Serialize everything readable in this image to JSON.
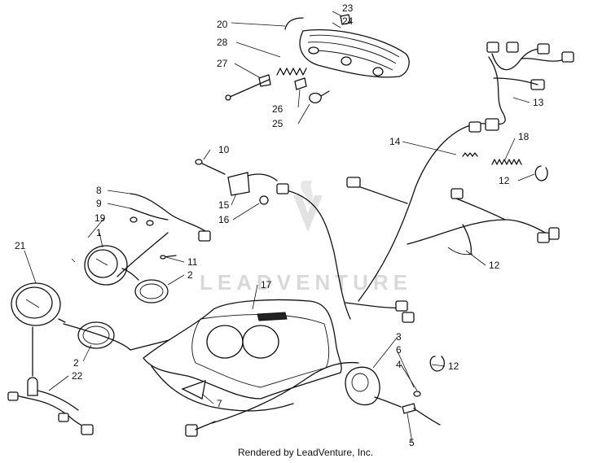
{
  "watermark": {
    "text": "LEADVENTURE"
  },
  "callouts": {
    "c1": "1",
    "c2a": "2",
    "c2b": "2",
    "c3": "3",
    "c4": "4",
    "c5": "5",
    "c6": "6",
    "c7": "7",
    "c8": "8",
    "c9": "9",
    "c10": "10",
    "c11": "11",
    "c12a": "12",
    "c12b": "12",
    "c12c": "12",
    "c13": "13",
    "c14": "14",
    "c15": "15",
    "c16": "16",
    "c17": "17",
    "c18": "18",
    "c19": "19",
    "c20": "20",
    "c21": "21",
    "c22": "22",
    "c23": "23",
    "c24": "24",
    "c25": "25",
    "c26": "26",
    "c27": "27",
    "c28": "28"
  },
  "footer": {
    "credit": "Rendered by LeadVenture, Inc."
  }
}
